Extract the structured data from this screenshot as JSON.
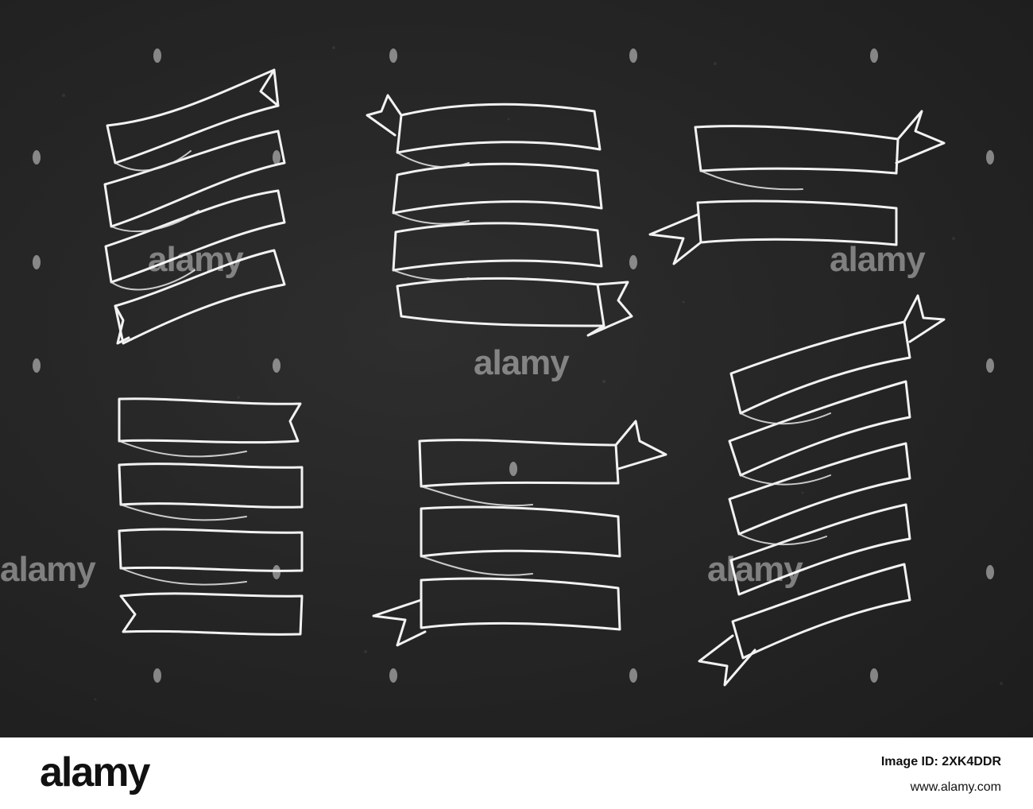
{
  "image": {
    "background_color": "#262626",
    "chalk_color": "#f2f2f2",
    "ribbon_sets": [
      {
        "name": "ribbon-set-1",
        "bands": 4
      },
      {
        "name": "ribbon-set-2",
        "bands": 4
      },
      {
        "name": "ribbon-set-3",
        "bands": 2
      },
      {
        "name": "ribbon-set-4",
        "bands": 4
      },
      {
        "name": "ribbon-set-5",
        "bands": 3
      },
      {
        "name": "ribbon-set-6",
        "bands": 5
      }
    ],
    "watermarks": [
      "alamy",
      "alamy",
      "alamy",
      "alamy",
      "alamy"
    ]
  },
  "footer": {
    "logo": "alamy",
    "image_id": "Image ID: 2XK4DDR",
    "url": "www.alamy.com"
  }
}
